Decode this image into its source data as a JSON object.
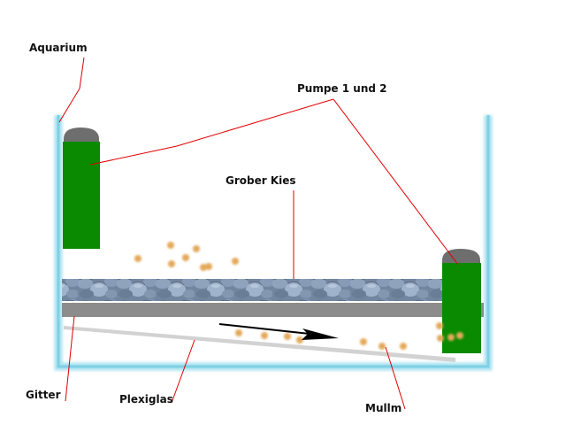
{
  "title": "Aquarium Filter Diagram",
  "labels": {
    "aquarium": "Aquarium",
    "pumps": "Pumpe 1 und 2",
    "gravel": "Grober Kies",
    "grid": "Gitter",
    "plexiglass": "Plexiglas",
    "mulm": "Mullm"
  },
  "colors": {
    "tank_glass": "#7fd0e4",
    "pump_body": "#0a8a00",
    "pump_cap": "#6e6e6e",
    "gravel": "#7b8fa8",
    "grid": "#8c8c8c",
    "plexiglass": "#d2d2d2",
    "mulm_particle": "#e3a95a",
    "leader_line": "#e00000",
    "flow_arrow": "#000000"
  },
  "flow_arrow": {
    "direction": "right",
    "meaning": "water flow direction along plexiglass"
  }
}
